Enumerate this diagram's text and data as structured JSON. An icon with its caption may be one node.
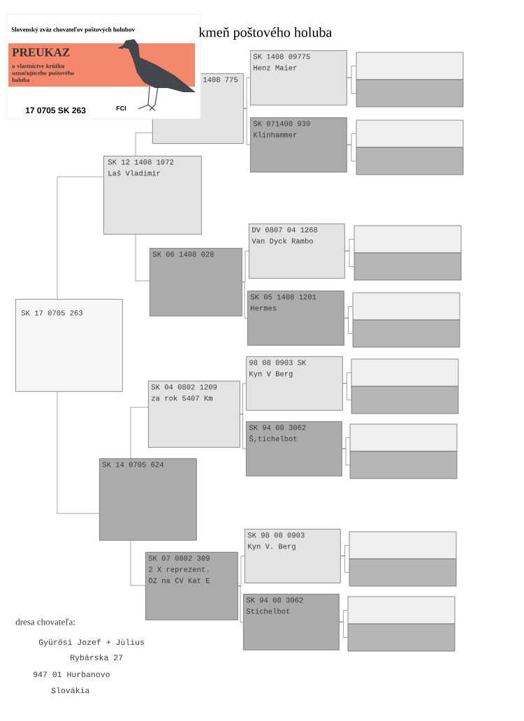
{
  "diagram": {
    "title": "kmeň poštového holuba",
    "nodes": [
      {
        "text": [
          "Slovenský zväz chovateľov poštových holubov",
          "PREUKAZ",
          "o vlastníctve krúžku označujúceho poštového holuba",
          "17 0705 SK 263",
          "FCI"
        ]
      },
      {
        "text": [
          "SK 17 0705 263"
        ]
      },
      {
        "text": [
          "SK 12 1408 1072",
          "Laš Vladimír"
        ]
      },
      {
        "text": [
          "1408 775"
        ]
      },
      {
        "text": [
          "SK 1408 09775",
          "Henz Maier"
        ]
      },
      {
        "text": [],
        "shape": "box"
      },
      {
        "text": [],
        "shape": "box"
      },
      {
        "text": [
          "SK 071408 939",
          "Klinhammer"
        ]
      },
      {
        "text": [],
        "shape": "box"
      },
      {
        "text": [],
        "shape": "box"
      },
      {
        "text": [
          "SK 06 1408 028"
        ]
      },
      {
        "text": [
          "DV 0807 04 1268",
          "Van Dyck Rambo"
        ]
      },
      {
        "text": [],
        "shape": "box"
      },
      {
        "text": [],
        "shape": "box"
      },
      {
        "text": [
          "SK 05 1408 1201",
          "Hermes"
        ]
      },
      {
        "text": [],
        "shape": "box"
      },
      {
        "text": [],
        "shape": "box"
      },
      {
        "text": [
          "SK 14 0705 624"
        ]
      },
      {
        "text": [
          "SK 04 0802 1209",
          "za rok 5407 Km"
        ]
      },
      {
        "text": [
          "98 08 0903 SK",
          "Kyn V Berg"
        ]
      },
      {
        "text": [],
        "shape": "box"
      },
      {
        "text": [],
        "shape": "box"
      },
      {
        "text": [
          "SK 94 08 3062",
          "Š,tichelbot"
        ]
      },
      {
        "text": [],
        "shape": "box"
      },
      {
        "text": [],
        "shape": "box"
      },
      {
        "text": [
          "SK 07 0802 309",
          "2 X reprezent.",
          "OZ na CV Kat E"
        ]
      },
      {
        "text": [
          "SK 98 08 0903",
          "Kyn V. Berg"
        ]
      },
      {
        "text": [],
        "shape": "box"
      },
      {
        "text": [],
        "shape": "box"
      },
      {
        "text": [
          "SK 94 08 3062",
          "Stichelbot"
        ]
      },
      {
        "text": [],
        "shape": "box"
      },
      {
        "text": [],
        "shape": "box"
      }
    ],
    "edges": [
      {
        "from": 1,
        "to": 2,
        "arrow": "none"
      },
      {
        "from": 1,
        "to": 17,
        "arrow": "none"
      },
      {
        "from": 2,
        "to": 3,
        "arrow": "none"
      },
      {
        "from": 2,
        "to": 10,
        "arrow": "none"
      },
      {
        "from": 3,
        "to": 4,
        "arrow": "none"
      },
      {
        "from": 3,
        "to": 7,
        "arrow": "none"
      },
      {
        "from": 4,
        "to": 5,
        "arrow": "none"
      },
      {
        "from": 4,
        "to": 6,
        "arrow": "none"
      },
      {
        "from": 7,
        "to": 8,
        "arrow": "none"
      },
      {
        "from": 7,
        "to": 9,
        "arrow": "none"
      },
      {
        "from": 10,
        "to": 11,
        "arrow": "none"
      },
      {
        "from": 10,
        "to": 14,
        "arrow": "none"
      },
      {
        "from": 11,
        "to": 12,
        "arrow": "none"
      },
      {
        "from": 11,
        "to": 13,
        "arrow": "none"
      },
      {
        "from": 14,
        "to": 15,
        "arrow": "none"
      },
      {
        "from": 14,
        "to": 16,
        "arrow": "none"
      },
      {
        "from": 17,
        "to": 18,
        "arrow": "none"
      },
      {
        "from": 17,
        "to": 25,
        "arrow": "none"
      },
      {
        "from": 18,
        "to": 19,
        "arrow": "none"
      },
      {
        "from": 18,
        "to": 22,
        "arrow": "none"
      },
      {
        "from": 19,
        "to": 20,
        "arrow": "none"
      },
      {
        "from": 19,
        "to": 21,
        "arrow": "none"
      },
      {
        "from": 22,
        "to": 23,
        "arrow": "none"
      },
      {
        "from": 22,
        "to": 24,
        "arrow": "none"
      },
      {
        "from": 25,
        "to": 26,
        "arrow": "none"
      },
      {
        "from": 25,
        "to": 29,
        "arrow": "none"
      },
      {
        "from": 26,
        "to": 27,
        "arrow": "none"
      },
      {
        "from": 26,
        "to": 28,
        "arrow": "none"
      },
      {
        "from": 29,
        "to": 30,
        "arrow": "none"
      },
      {
        "from": 29,
        "to": 31,
        "arrow": "none"
      }
    ],
    "labels": [
      "dresa chovateľa:",
      "Gyürösi Jozef + Jùlius",
      "Rybárska 27",
      "947 01 Hurbanovo",
      "Slovákia"
    ]
  }
}
